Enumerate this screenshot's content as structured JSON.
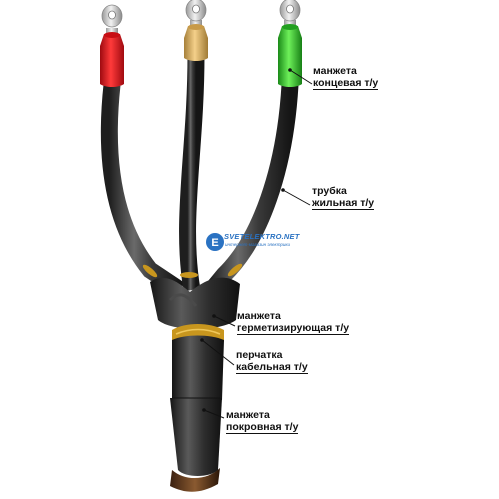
{
  "labels": [
    {
      "line1": "манжета",
      "line2": "концевая т/у"
    },
    {
      "line1": "трубка",
      "line2": "жильная т/у"
    },
    {
      "line1": "манжета",
      "line2": "герметизирующая т/у"
    },
    {
      "line1": "перчатка",
      "line2": "кабельная т/у"
    },
    {
      "line1": "манжета",
      "line2": "покровная т/у"
    }
  ],
  "watermark": {
    "site": "SVETELEKTRO.NET",
    "tagline": "интернет-магазин электрики"
  },
  "colors": {
    "sleeve_red": "#e0141c",
    "sleeve_yellow": "#e0b45a",
    "sleeve_green": "#2fbf2a",
    "tube": "#3a3a3a",
    "glove": "#2c2c2c",
    "band": "#c8961e",
    "watermark": "#2a72c2"
  },
  "icons": [
    "lug-icon",
    "watermark-logo-icon"
  ]
}
